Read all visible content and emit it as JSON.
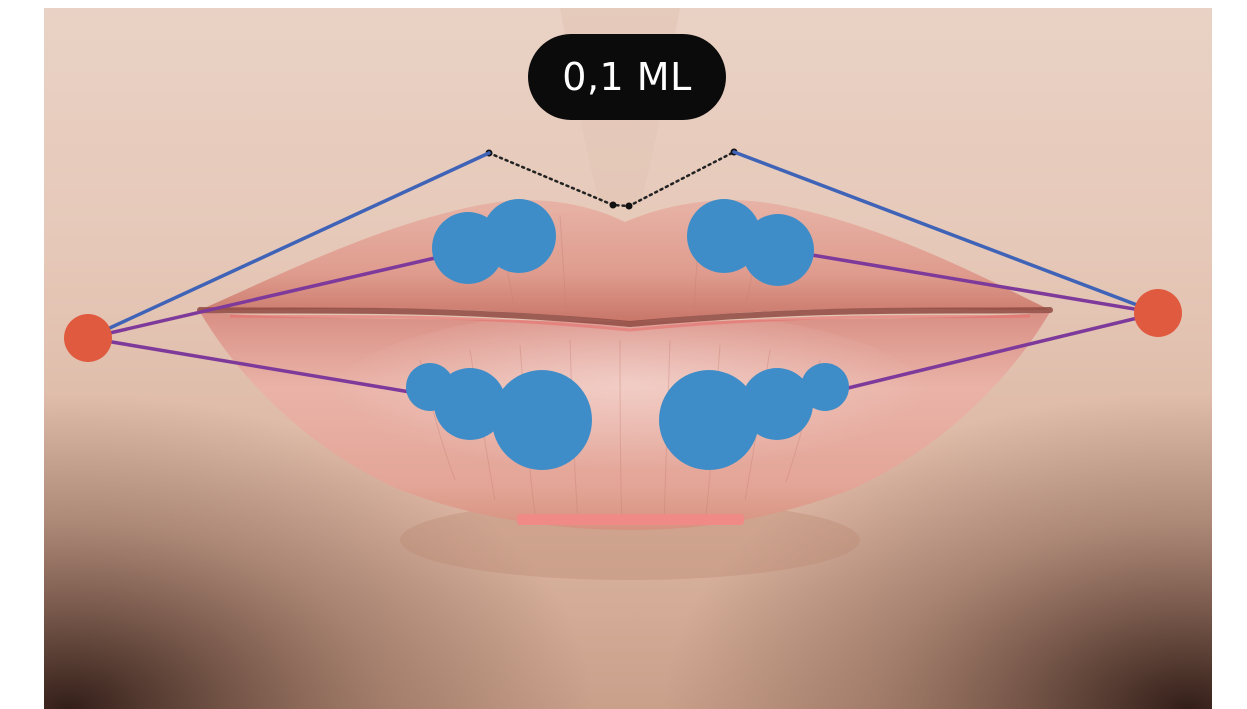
{
  "badge": {
    "label": "0,1 ML"
  },
  "colors": {
    "injection_point": "#3f8dc8",
    "anchor_point": "#e05a3f",
    "cupid_guide_line": "#3f63b7",
    "lip_guide_line": "#7e3a9a",
    "chin_mark": "#f08a86",
    "badge_background": "#0b0b0b",
    "badge_text": "#ffffff"
  },
  "markers": {
    "upper_left_injection_count": 2,
    "upper_right_injection_count": 2,
    "lower_left_injection_count": 3,
    "lower_right_injection_count": 3,
    "corner_anchor_count": 2
  }
}
